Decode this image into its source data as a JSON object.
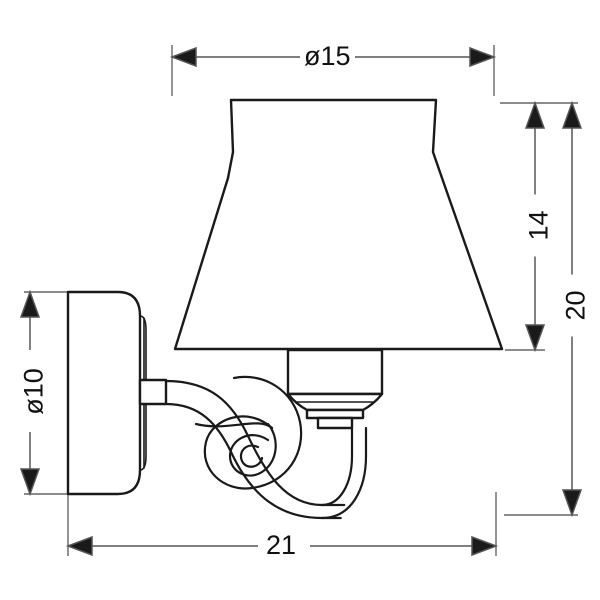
{
  "drawing": {
    "title": "Wall lamp technical dimension drawing",
    "units_note": "",
    "line_color": "#1a1a1a",
    "dimension_line_color": "#555555",
    "background_color": "#ffffff"
  },
  "dimensions": {
    "shade_top_width": {
      "label": "ø15",
      "value": 15,
      "symbol": "ø",
      "orientation": "horizontal",
      "position": "top"
    },
    "shade_height": {
      "label": "14",
      "value": 14,
      "symbol": "",
      "orientation": "vertical",
      "position": "right-inner"
    },
    "total_height": {
      "label": "20",
      "value": 20,
      "symbol": "",
      "orientation": "vertical",
      "position": "right-outer"
    },
    "wall_plate_height": {
      "label": "ø10",
      "value": 10,
      "symbol": "ø",
      "orientation": "vertical",
      "position": "left"
    },
    "total_depth": {
      "label": "21",
      "value": 21,
      "symbol": "",
      "orientation": "horizontal",
      "position": "bottom"
    }
  },
  "parts": {
    "lampshade": "lampshade",
    "socket": "socket",
    "stem": "stem",
    "scroll_arm": "scroll-arm",
    "wall_plate": "wall-plate"
  }
}
